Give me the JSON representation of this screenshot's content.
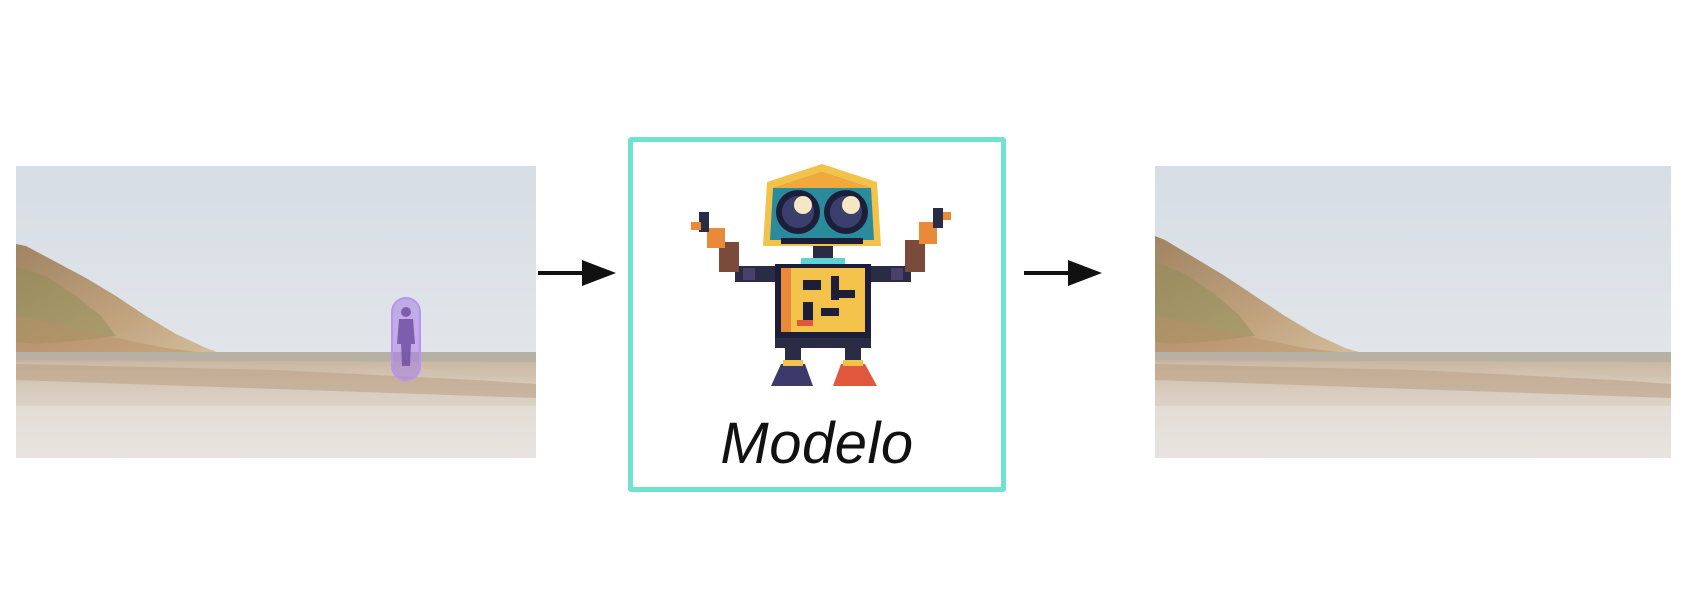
{
  "model": {
    "label": "Modelo",
    "border_color": "#6fe3cf"
  },
  "input_image": {
    "subject": "beach-with-highlighted-person",
    "highlight_color": "#a77ee6"
  },
  "output_image": {
    "subject": "beach-without-person"
  },
  "icons": {
    "model_icon": "pixel-robot-icon",
    "arrow_icon": "right-arrow-icon"
  }
}
